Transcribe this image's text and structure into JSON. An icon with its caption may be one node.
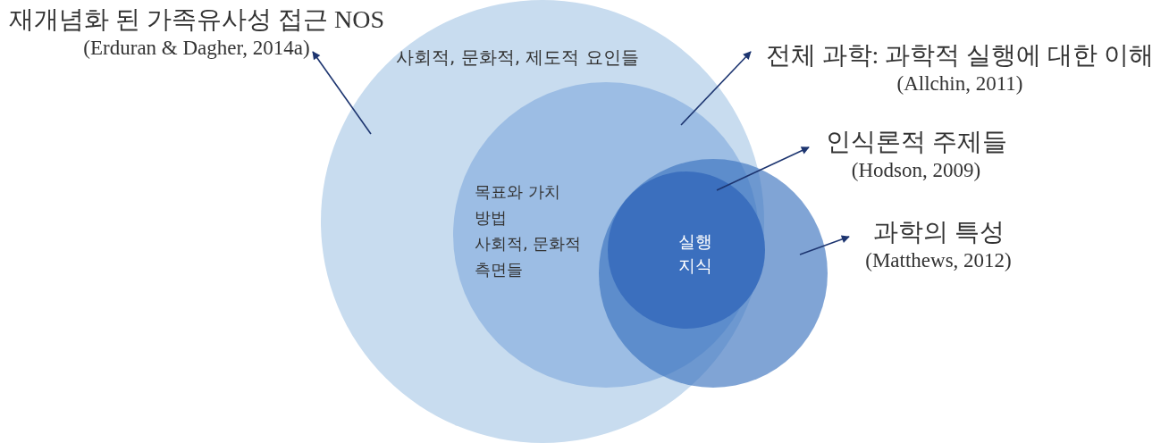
{
  "diagram": {
    "nodes": [
      {
        "text": [
          "재개념화 된 가족유사성 접근 NOS",
          "(Erduran & Dagher, 2014a)"
        ]
      },
      {
        "text": [
          "사회적, 문화적, 제도적 요인들"
        ]
      },
      {
        "text": [
          "목표와 가치",
          "방법",
          "사회적, 문화적 측면들"
        ],
        "in": 1
      },
      {
        "text": [
          "전체 과학: 과학적 실행에 대한 이해",
          "(Allchin, 2011)"
        ]
      },
      {
        "text": [
          "인식론적 주제들",
          "(Hodson, 2009)"
        ]
      },
      {
        "text": [],
        "shape": "circle"
      },
      {
        "text": [
          "실행 지식"
        ]
      },
      {
        "text": [
          "과학의 특성",
          "(Matthews, 2012)"
        ]
      }
    ],
    "edges": [
      {
        "from": 1,
        "to": 0,
        "arrow": "to"
      },
      {
        "from": 2,
        "to": 3,
        "arrow": "to"
      },
      {
        "from": 6,
        "to": 4,
        "arrow": "to"
      },
      {
        "from": 5,
        "to": 7,
        "arrow": "to"
      }
    ]
  }
}
